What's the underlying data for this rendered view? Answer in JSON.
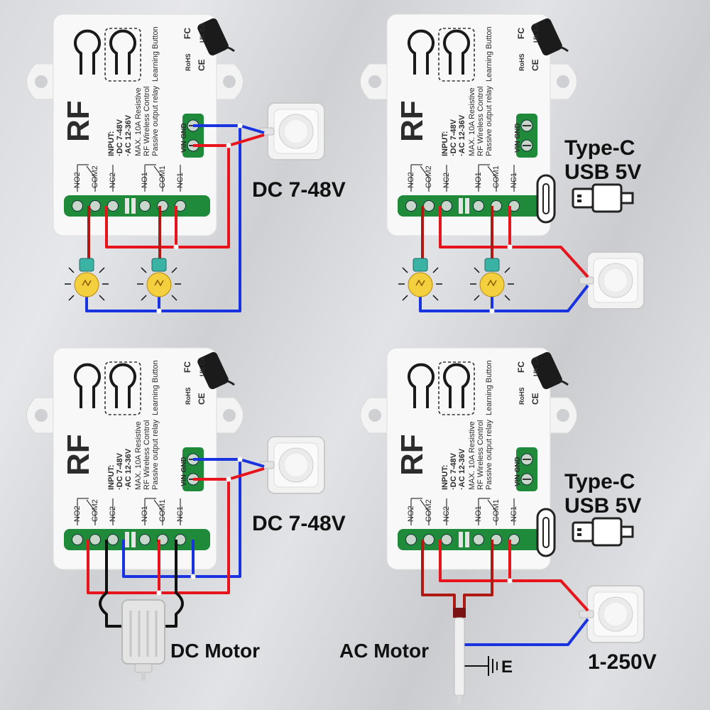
{
  "module": {
    "brand": "RF",
    "input_title": "INPUT:",
    "input_dc": "·DC 7-48V",
    "input_ac": "·AC 12-36V",
    "max_load": "MAX. 10A Resistive",
    "rf_control": "RF Wireless Control",
    "relay_type": "Passive output relay",
    "learning_button": "Learning Button",
    "power_terminals": "VIN GND",
    "certifications": [
      "RoHS",
      "FC",
      "CE",
      "UK CA"
    ],
    "relay_terminals": [
      "NO2",
      "COM2",
      "NC2",
      "NO1",
      "COM1",
      "NC1"
    ]
  },
  "panels": [
    {
      "id": "top-left",
      "power_label": "DC 7-48V",
      "load": "two lamps"
    },
    {
      "id": "top-right",
      "power_label_line1": "Type-C",
      "power_label_line2": "USB 5V",
      "load": "two lamps"
    },
    {
      "id": "bottom-left",
      "power_label": "DC 7-48V",
      "load_label": "DC Motor"
    },
    {
      "id": "bottom-right",
      "power_label_line1": "Type-C",
      "power_label_line2": "USB 5V",
      "load_label": "AC Motor",
      "ground_label": "E",
      "mains_label": "1-250V"
    }
  ],
  "colors": {
    "wire_positive": "#e8141b",
    "wire_negative": "#1a33e0",
    "wire_load": "#b01a14",
    "wire_motor": "#111111",
    "terminal_green": "#1f8a3a",
    "module_body": "#f7f7f7"
  }
}
